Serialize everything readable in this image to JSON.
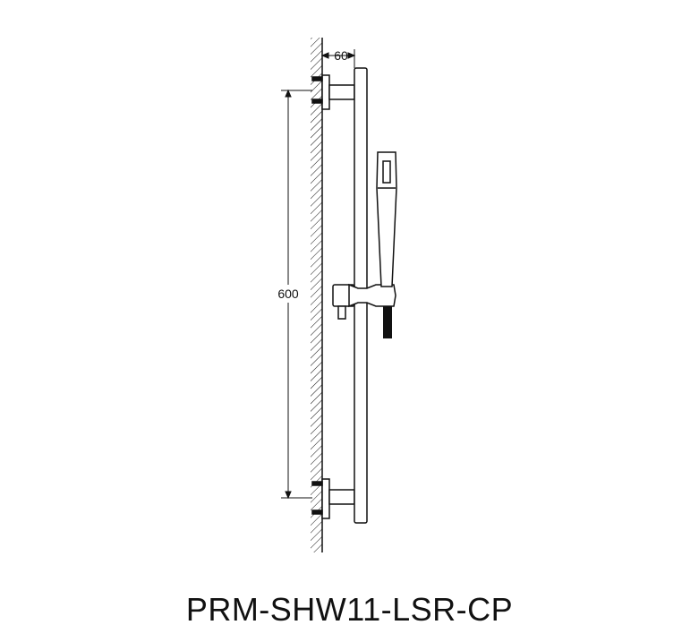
{
  "diagram": {
    "dimensions": {
      "bracket_offset": "60",
      "bracket_spacing": "600"
    },
    "model_code": "PRM-SHW11-LSR-CP",
    "colors": {
      "line": "#111111",
      "background": "#ffffff"
    }
  }
}
